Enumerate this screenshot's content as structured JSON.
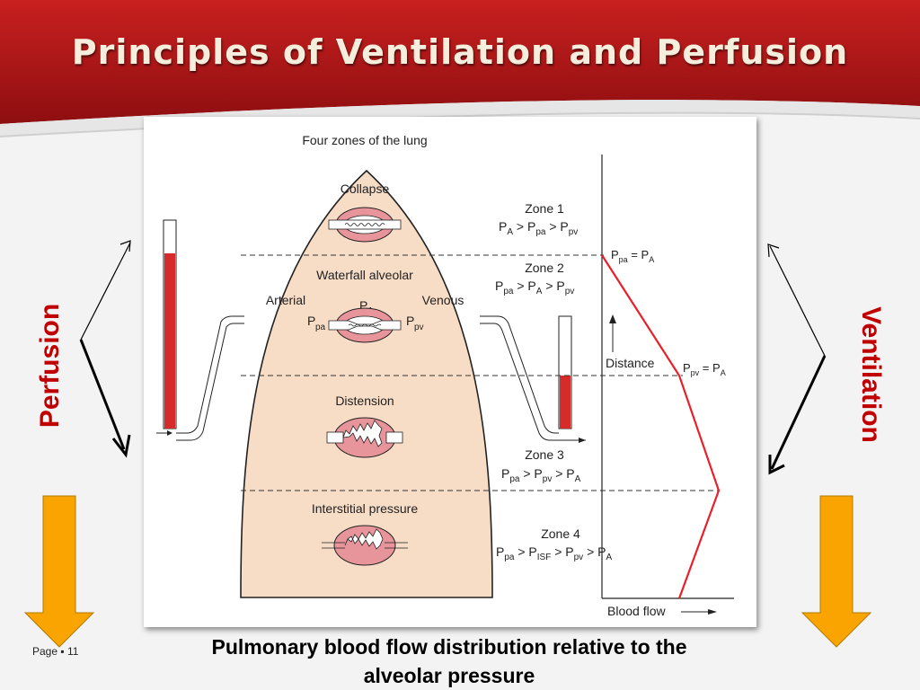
{
  "slide": {
    "title": "Principles of Ventilation and Perfusion",
    "caption_line1": "Pulmonary blood flow distribution relative to the",
    "caption_line2": "alveolar pressure",
    "page_label": "Page",
    "page_number": "11",
    "left_label": "Perfusion",
    "right_label": "Ventilation"
  },
  "figure": {
    "heading": "Four zones of the lung",
    "alveoli": {
      "collapse": "Collapse",
      "waterfall": "Waterfall alveolar",
      "arterial": "Arterial",
      "venous": "Venous",
      "distension": "Distension",
      "interstitial": "Interstitial pressure"
    },
    "zones": {
      "zone1": {
        "name": "Zone 1"
      },
      "zone2": {
        "name": "Zone 2"
      },
      "zone3": {
        "name": "Zone 3"
      },
      "zone4": {
        "name": "Zone 4"
      }
    },
    "graph": {
      "distance_label": "Distance",
      "flow_label": "Blood flow"
    }
  },
  "colors": {
    "banner": "#b01a1a",
    "lung_fill": "#f7dcc6",
    "flow_line": "#e8202a",
    "alveolus": "#e7959a",
    "label_red": "#c00000",
    "arrow_orange": "#f9a400"
  }
}
